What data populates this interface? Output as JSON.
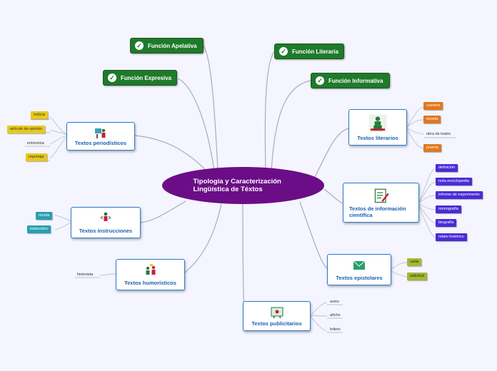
{
  "central": "Tipología y Caracterización Lingüística de Téxtos",
  "functions": {
    "apelativa": "Función Apelativa",
    "literaria": "Función Literaria",
    "expresiva": "Función Expresiva",
    "informativa": "Función Informativa"
  },
  "periodisticos": {
    "title": "Textos periodísticos",
    "children": [
      "noticia",
      "artículo de opinión",
      "entrevista",
      "reportaje"
    ]
  },
  "instrucciones": {
    "title": "Textos instrucciones",
    "children": [
      "receta",
      "instructivo"
    ]
  },
  "humoristicos": {
    "title": "Textos humorísticos",
    "children": [
      "historieta"
    ]
  },
  "publicitarios": {
    "title": "Textos publicitarios",
    "children": [
      "aviso",
      "afiche",
      "folleto"
    ]
  },
  "literarios": {
    "title": "Textos literarios",
    "children": [
      "cuentos",
      "novela",
      "obra de teatro",
      "poema"
    ]
  },
  "informacion": {
    "title": "Textos de información científica",
    "children": [
      "definición",
      "nota enciclopedia",
      "informe de experimento",
      "monografía",
      "biografía",
      "relato histórico"
    ]
  },
  "epistolares": {
    "title": "Textos epistolares",
    "children": [
      "carta",
      "solicitud"
    ]
  },
  "colors": {
    "central": "#6b0d87",
    "function_green": "#1f7a2b",
    "topic_border": "#2a7bd0",
    "topic_text": "#1a5fb4",
    "background": "#f4f5fe"
  },
  "icons": {
    "function": "check-circle-icon",
    "periodisticos": "people-presentation-icon",
    "instrucciones": "person-arrows-icon",
    "humoristicos": "people-talking-icon",
    "publicitarios": "billboard-icon",
    "literarios": "teacher-podium-icon",
    "informacion": "document-pencil-icon",
    "epistolares": "envelope-icon"
  }
}
